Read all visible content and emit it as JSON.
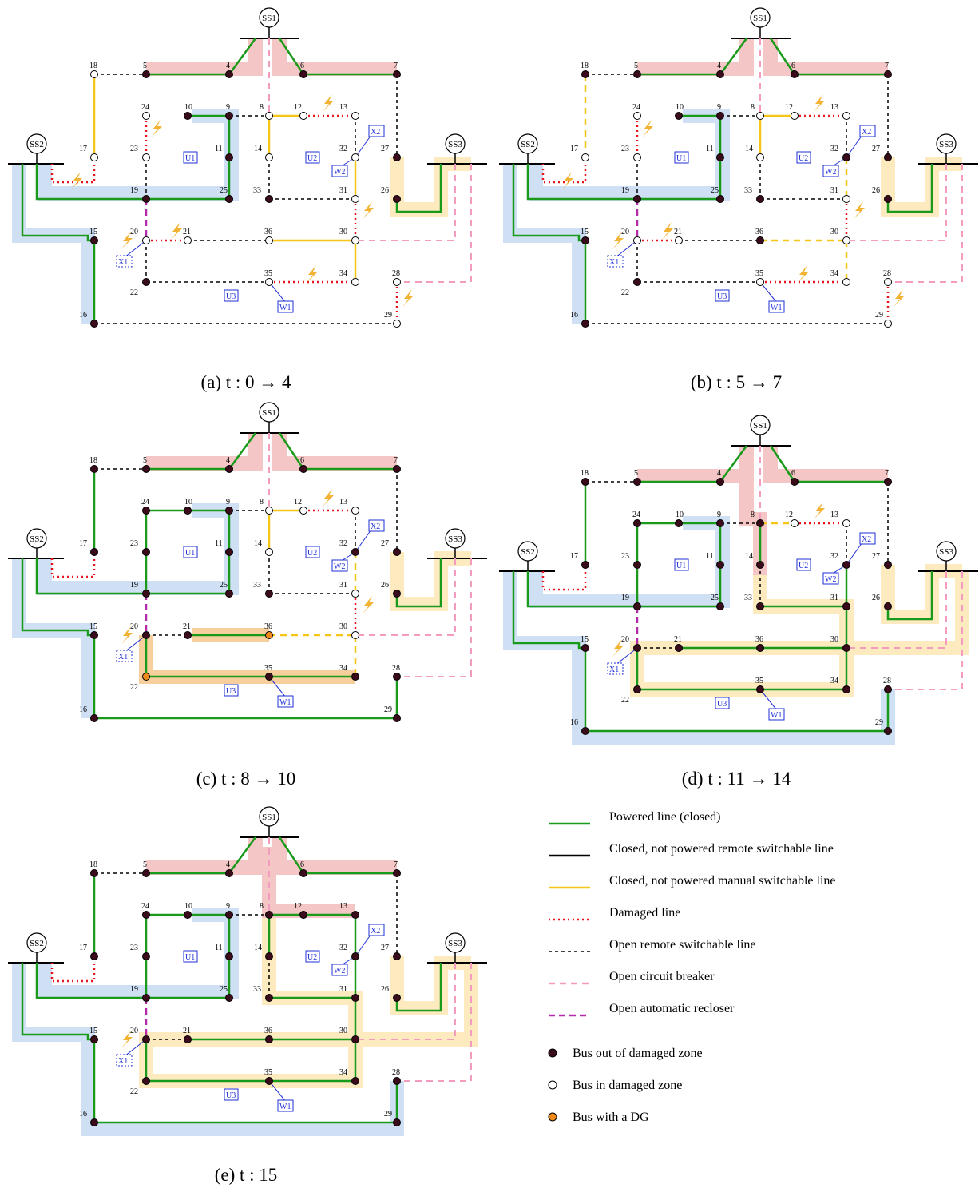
{
  "panels": [
    {
      "id": "a",
      "caption": "(a) t : 0 → 4"
    },
    {
      "id": "b",
      "caption": "(b) t : 5 → 7"
    },
    {
      "id": "c",
      "caption": "(c) t : 8 → 10"
    },
    {
      "id": "d",
      "caption": "(d) t : 11 → 14"
    },
    {
      "id": "e",
      "caption": "(e) t : 15"
    }
  ],
  "substations": [
    "SS1",
    "SS2",
    "SS3"
  ],
  "zones": [
    "U1",
    "U2",
    "U3"
  ],
  "devices": [
    "X1",
    "X2",
    "W1",
    "W2"
  ],
  "buses": [
    "4",
    "5",
    "6",
    "7",
    "8",
    "9",
    "10",
    "11",
    "12",
    "13",
    "14",
    "15",
    "16",
    "17",
    "18",
    "19",
    "20",
    "21",
    "22",
    "23",
    "24",
    "25",
    "26",
    "27",
    "28",
    "29",
    "30",
    "31",
    "32",
    "33",
    "34",
    "35",
    "36"
  ],
  "legend": [
    {
      "key": "powered",
      "label": "Powered line (closed)"
    },
    {
      "key": "remote_closed",
      "label": "Closed, not powered remote switchable line"
    },
    {
      "key": "manual_closed",
      "label": "Closed, not powered manual switchable line"
    },
    {
      "key": "damaged",
      "label": "Damaged line"
    },
    {
      "key": "open_remote",
      "label": "Open remote switchable line"
    },
    {
      "key": "breaker",
      "label": "Open circuit breaker"
    },
    {
      "key": "recloser",
      "label": "Open automatic recloser"
    },
    {
      "key": "bus_out",
      "label": "Bus out of damaged zone"
    },
    {
      "key": "bus_in",
      "label": "Bus in damaged zone"
    },
    {
      "key": "bus_dg",
      "label": "Bus with a DG"
    }
  ],
  "colors": {
    "powered": "#1a9a1a",
    "remote_closed": "#000000",
    "manual_closed": "#f5c518",
    "damaged": "#e8141c",
    "open_remote": "#000000",
    "breaker": "#f39cc0",
    "recloser": "#b52aa8",
    "bus_out": "#3a0b1a",
    "bus_in": "#ffffff",
    "bus_dg": "#f08a1a",
    "zone_red": "#f5c6c6",
    "zone_blue": "#cfe0f5",
    "zone_yellow": "#fdebbf",
    "zone_orange": "#f7cf9c",
    "box": "#1f2fd6",
    "bolt": "#f2b233"
  }
}
